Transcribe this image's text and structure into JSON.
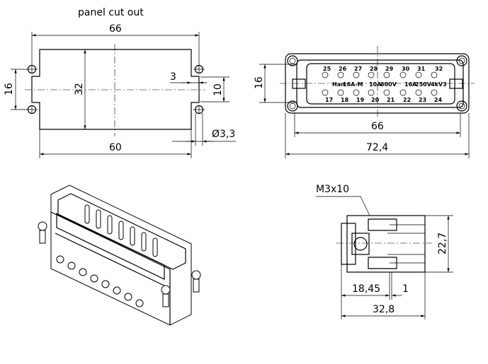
{
  "panel_cutout": {
    "title": "panel cut out",
    "dim_width_outer": "66",
    "dim_width_inner": "60",
    "dim_height": "32",
    "dim_hole_spacing": "16",
    "dim_notch_height": "10",
    "dim_notch_depth": "3",
    "dim_hole_diameter": "Ø3,3"
  },
  "front_view": {
    "dim_height": "16",
    "dim_pin_span": "66",
    "dim_overall_width": "72,4",
    "top_pins": [
      "25",
      "26",
      "27",
      "28",
      "29",
      "30",
      "31",
      "32"
    ],
    "bottom_pins": [
      "17",
      "18",
      "19",
      "20",
      "21",
      "22",
      "23",
      "24"
    ],
    "marking": [
      "Han",
      "16A-M",
      "10A",
      "600V",
      "16A",
      "250V",
      "4kV3"
    ]
  },
  "side_view": {
    "screw_label": "M3x10",
    "dim_height": "22,7",
    "dim_depth_a": "18,45",
    "dim_depth_b": "1",
    "dim_overall": "32,8"
  }
}
